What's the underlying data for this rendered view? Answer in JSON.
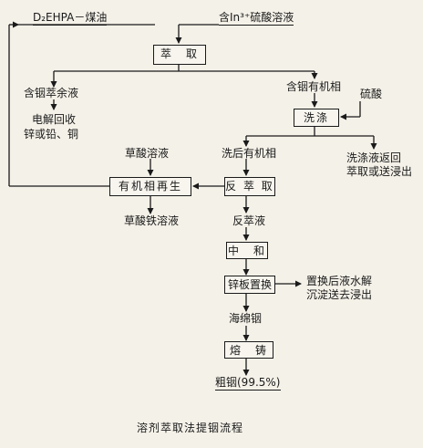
{
  "flowchart": {
    "inputs": {
      "extractant": "D₂EHPA－煤油",
      "feed": "含In³⁺硫酸溶液"
    },
    "steps": {
      "extraction": "萃　取",
      "washing": "洗涤",
      "stripping": "反 萃 取",
      "neutralization": "中　和",
      "zinc_displacement": "锌板置换",
      "casting": "熔　铸",
      "regeneration": "有机相再生"
    },
    "streams": {
      "raffinate": "含铟萃余液",
      "raffinate_treatment_line1": "电解回收",
      "raffinate_treatment_line2": "锌或铅、铜",
      "loaded_organic": "含铟有机相",
      "sulfuric_acid": "硫酸",
      "wash_return_line1": "洗涤液返回",
      "wash_return_line2": "萃取或送浸出",
      "washed_organic": "洗后有机相",
      "oxalic_solution": "草酸溶液",
      "ferric_oxalate": "草酸铁溶液",
      "strip_liquor": "反萃液",
      "after_displacement_line1": "置换后液水解",
      "after_displacement_line2": "沉淀送去浸出",
      "sponge_indium": "海绵铟",
      "crude_indium": "粗铟(99.5%)"
    },
    "caption": "溶剂萃取法提铟流程"
  }
}
